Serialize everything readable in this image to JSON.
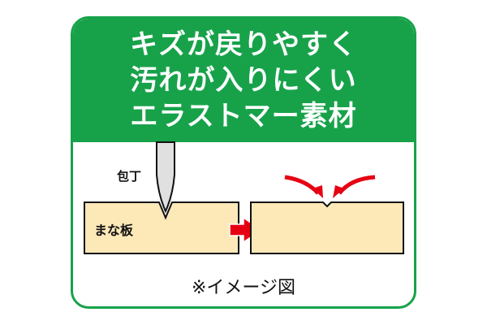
{
  "header": {
    "lines": [
      "キズが戻りやすく",
      "汚れが入りにくい",
      "エラストマー素材"
    ]
  },
  "diagram": {
    "knife_label": "包丁",
    "board_label": "まな板"
  },
  "caption": "※イメージ図",
  "colors": {
    "brand_green": "#17a24a",
    "board_fill": "#fde8b8",
    "arrow_red": "#e60012",
    "knife_fill": "#e0e0e0"
  }
}
